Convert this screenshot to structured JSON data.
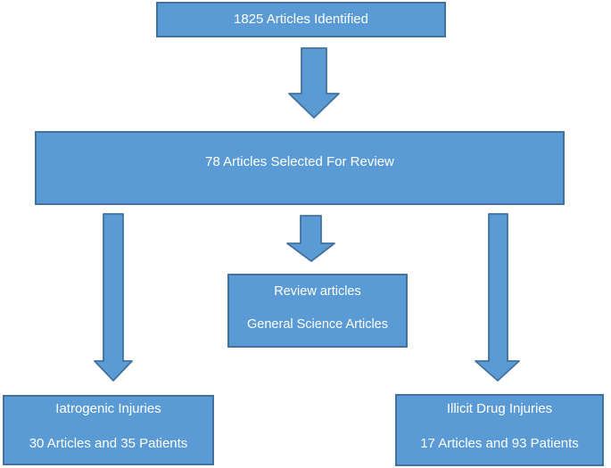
{
  "diagram": {
    "type": "flowchart",
    "topic": "Article screening flow",
    "colors": {
      "node_fill": "#5B9BD5",
      "node_border": "#41719C",
      "arrow_fill": "#5B9BD5",
      "arrow_border": "#41719C",
      "text": "#FFFFFF",
      "background": "#FFFFFF"
    },
    "nodes": {
      "identified": {
        "label": "1825 Articles Identified"
      },
      "selected": {
        "label": "78 Articles Selected For Review"
      },
      "review_excluded": {
        "line1": "Review articles",
        "line2": "General Science Articles"
      },
      "iatrogenic": {
        "line1": "Iatrogenic Injuries",
        "line2": "30 Articles and 35 Patients"
      },
      "illicit": {
        "line1": "Illicit Drug Injuries",
        "line2": "17 Articles and 93 Patients"
      }
    },
    "edges": [
      {
        "from": "identified",
        "to": "selected",
        "style": "block-arrow-down"
      },
      {
        "from": "selected",
        "to": "iatrogenic",
        "style": "block-arrow-down"
      },
      {
        "from": "selected",
        "to": "review_excluded",
        "style": "block-arrow-down"
      },
      {
        "from": "selected",
        "to": "illicit",
        "style": "block-arrow-down"
      }
    ]
  }
}
